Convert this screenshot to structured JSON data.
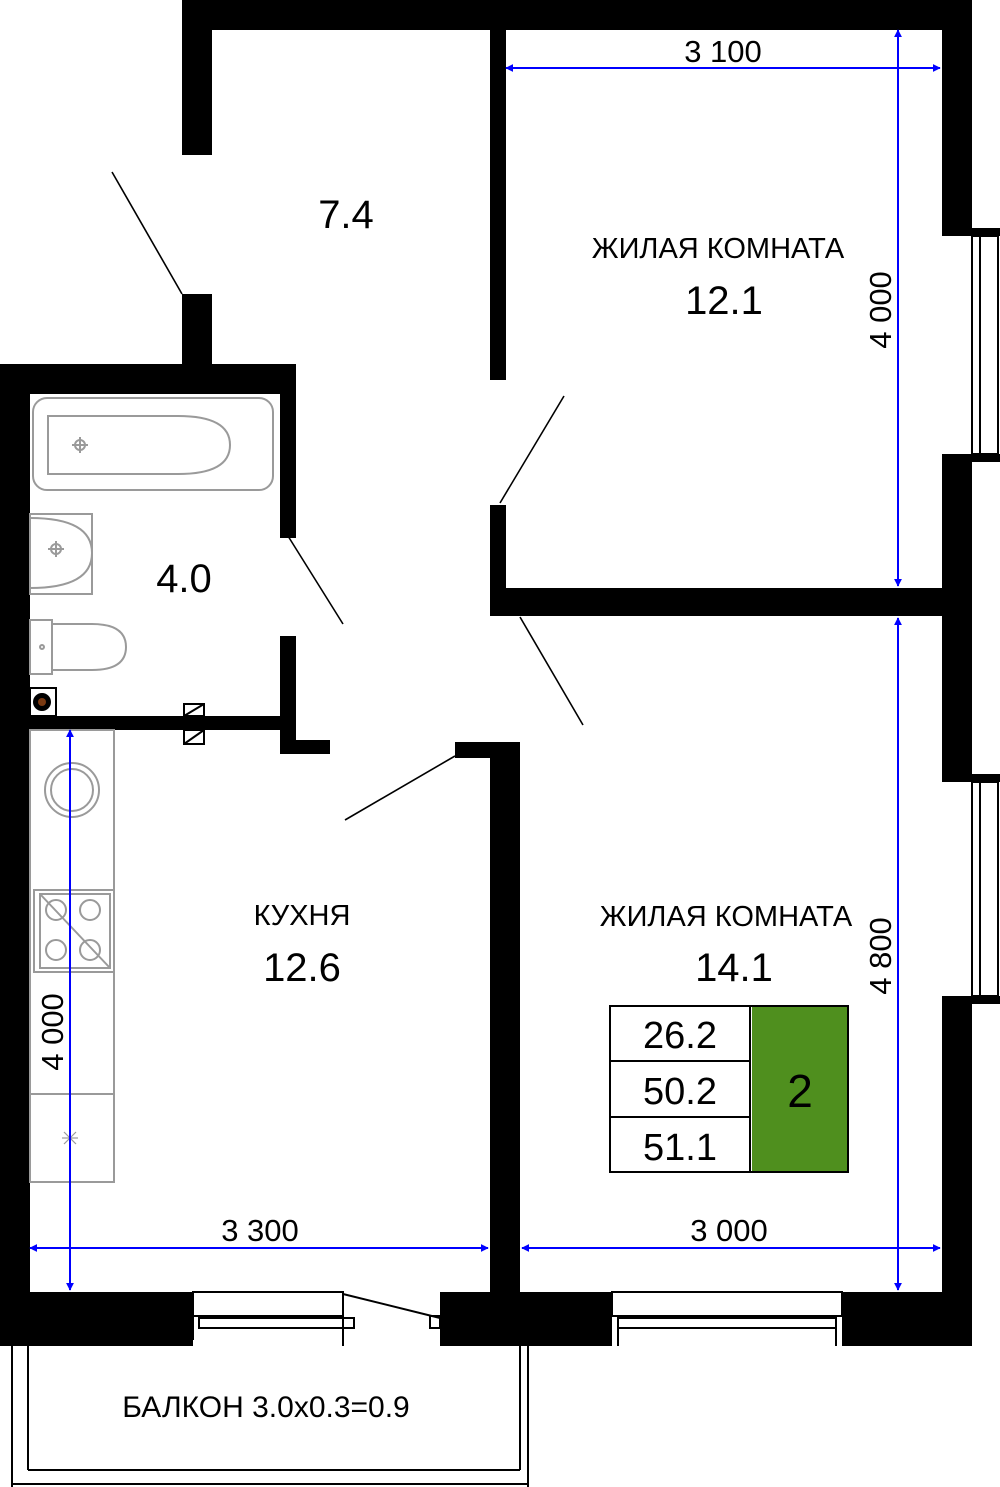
{
  "rooms": {
    "hall": {
      "area": "7.4"
    },
    "bedroom_top": {
      "name": "ЖИЛАЯ КОМНАТА",
      "area": "12.1"
    },
    "bathroom": {
      "area": "4.0"
    },
    "kitchen": {
      "name": "КУХНЯ",
      "area": "12.6"
    },
    "bedroom_bottom": {
      "name": "ЖИЛАЯ КОМНАТА",
      "area": "14.1"
    }
  },
  "dimensions": {
    "top_room_width": "3 100",
    "top_room_height": "4 000",
    "kitchen_height": "4 000",
    "kitchen_width": "3 300",
    "bottom_room_width": "3 000",
    "bottom_room_height": "4 800"
  },
  "summary": {
    "living_area": "26.2",
    "total_area": "50.2",
    "total_with_balcony": "51.1",
    "rooms_count": "2"
  },
  "balcony": {
    "label": "БАЛКОН 3.0х0.3=0.9"
  },
  "colors": {
    "wall": "#000000",
    "dimension_line": "#0000ff",
    "rooms_badge": "#4f8f1e",
    "fixture_stroke": "#9a9a9a"
  }
}
